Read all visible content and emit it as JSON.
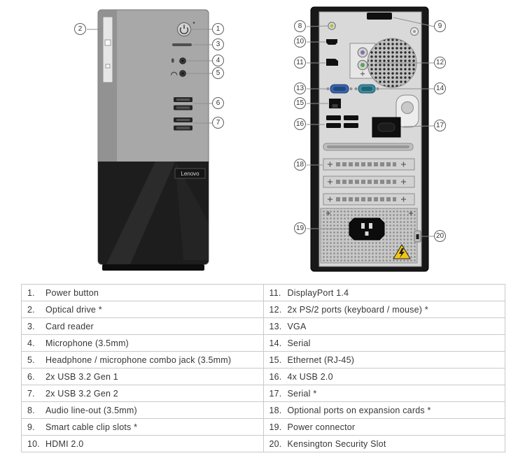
{
  "front_view": {
    "logo": "Lenovo"
  },
  "callouts": {
    "front": [
      "1",
      "2",
      "3",
      "4",
      "5",
      "6",
      "7"
    ],
    "rear": [
      "8",
      "9",
      "10",
      "11",
      "12",
      "13",
      "14",
      "15",
      "16",
      "17",
      "18",
      "19",
      "20"
    ]
  },
  "colors": {
    "vga_port": "#3a66b0",
    "serial_port": "#3e8ca3",
    "warning_label": "#f3c613",
    "audio_lineout": "#b5bd2e"
  },
  "table": {
    "rows": [
      {
        "l_num": "1.",
        "l_label": "Power button",
        "r_num": "11.",
        "r_label": "DisplayPort 1.4"
      },
      {
        "l_num": "2.",
        "l_label": "Optical drive *",
        "r_num": "12.",
        "r_label": "2x PS/2 ports (keyboard / mouse) *"
      },
      {
        "l_num": "3.",
        "l_label": "Card reader",
        "r_num": "13.",
        "r_label": "VGA"
      },
      {
        "l_num": "4.",
        "l_label": "Microphone (3.5mm)",
        "r_num": "14.",
        "r_label": "Serial"
      },
      {
        "l_num": "5.",
        "l_label": "Headphone / microphone combo jack (3.5mm)",
        "r_num": "15.",
        "r_label": "Ethernet (RJ-45)"
      },
      {
        "l_num": "6.",
        "l_label": "2x USB 3.2 Gen 1",
        "r_num": "16.",
        "r_label": "4x USB 2.0"
      },
      {
        "l_num": "7.",
        "l_label": "2x USB 3.2 Gen 2",
        "r_num": "17.",
        "r_label": "Serial *"
      },
      {
        "l_num": "8.",
        "l_label": "Audio line-out (3.5mm)",
        "r_num": "18.",
        "r_label": "Optional ports on expansion cards *"
      },
      {
        "l_num": "9.",
        "l_label": "Smart cable clip slots *",
        "r_num": "19.",
        "r_label": "Power connector"
      },
      {
        "l_num": "10.",
        "l_label": "HDMI 2.0",
        "r_num": "20.",
        "r_label": "Kensington Security Slot"
      }
    ]
  }
}
